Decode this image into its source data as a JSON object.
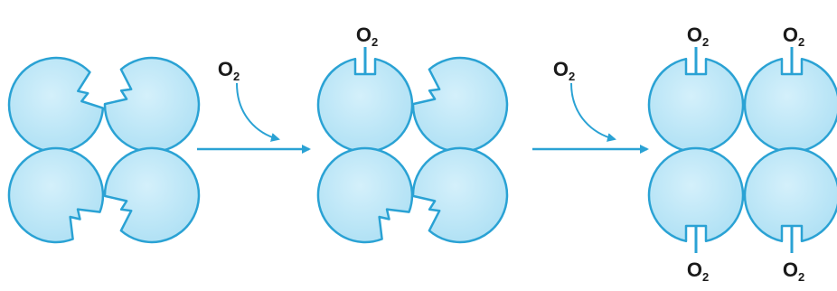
{
  "colors": {
    "subunit_fill": "#aee0f4",
    "subunit_highlight": "#d4f0fb",
    "outline": "#2aa2d4",
    "arrow": "#2aa2d4",
    "text": "#1a1a1a"
  },
  "stages": [
    {
      "bound_o2_count": 0,
      "subunits": [
        {
          "position": "top-left",
          "binding_site": "notched",
          "o2_bound": false
        },
        {
          "position": "top-right",
          "binding_site": "notched",
          "o2_bound": false
        },
        {
          "position": "bottom-left",
          "binding_site": "notched",
          "o2_bound": false
        },
        {
          "position": "bottom-right",
          "binding_site": "notched",
          "o2_bound": false
        }
      ]
    },
    {
      "bound_o2_count": 1,
      "subunits": [
        {
          "position": "top-left",
          "binding_site": "open",
          "o2_bound": true,
          "label": {
            "main": "O",
            "sub": "2"
          }
        },
        {
          "position": "top-right",
          "binding_site": "notched",
          "o2_bound": false
        },
        {
          "position": "bottom-left",
          "binding_site": "notched",
          "o2_bound": false
        },
        {
          "position": "bottom-right",
          "binding_site": "notched",
          "o2_bound": false
        }
      ]
    },
    {
      "bound_o2_count": 4,
      "subunits": [
        {
          "position": "top-left",
          "binding_site": "open",
          "o2_bound": true,
          "label": {
            "main": "O",
            "sub": "2"
          }
        },
        {
          "position": "top-right",
          "binding_site": "open",
          "o2_bound": true,
          "label": {
            "main": "O",
            "sub": "2"
          }
        },
        {
          "position": "bottom-left",
          "binding_site": "open",
          "o2_bound": true,
          "label": {
            "main": "O",
            "sub": "2"
          }
        },
        {
          "position": "bottom-right",
          "binding_site": "open",
          "o2_bound": true,
          "label": {
            "main": "O",
            "sub": "2"
          }
        }
      ]
    }
  ],
  "transitions": [
    {
      "from_stage": 1,
      "to_stage": 2,
      "label": {
        "main": "O",
        "sub": "2"
      }
    },
    {
      "from_stage": 2,
      "to_stage": 3,
      "label": {
        "main": "O",
        "sub": "2"
      }
    }
  ]
}
